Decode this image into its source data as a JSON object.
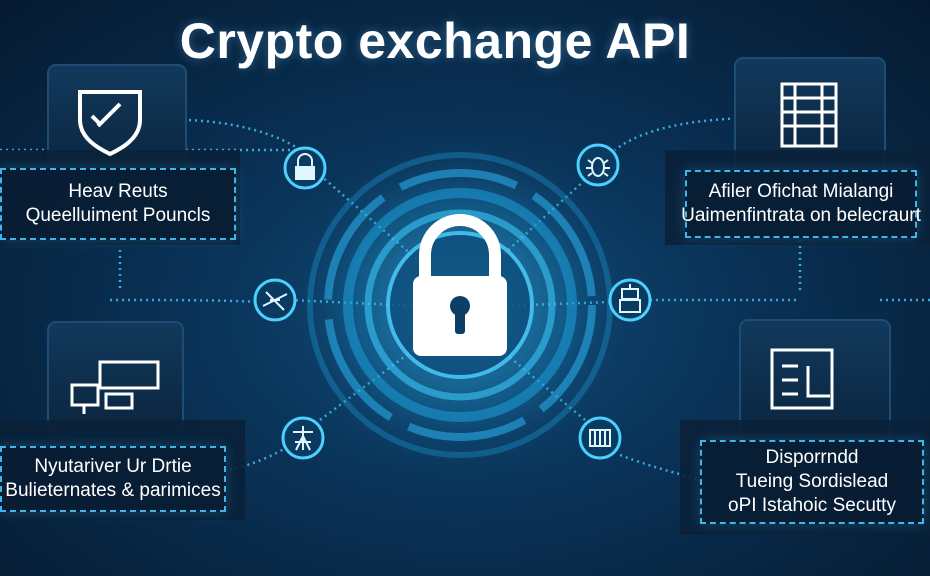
{
  "title": "Crypto exchange API",
  "center": {
    "icon": "padlock-icon"
  },
  "panels": [
    {
      "id": "top-left",
      "icon": "shield-check-icon",
      "heading": "Heav Reuts",
      "subheading": "Queelluiment Pouncls"
    },
    {
      "id": "top-right",
      "icon": "server-rack-icon",
      "heading": "Afiler Ofichat Mialangi",
      "subheading": "Uaimenfintrata on belecraurt"
    },
    {
      "id": "bottom-left",
      "icon": "computer-terminal-icon",
      "heading": "Nyutariver Ur Drtie",
      "subheading": "Bulieternates & parimices"
    },
    {
      "id": "bottom-right",
      "icon": "network-map-icon",
      "heading": "Disporrndd",
      "subheading": "Tueing Sordislead",
      "detail": "oPI Istahoic Secutty"
    }
  ],
  "nodes": [
    {
      "id": "node-top-left",
      "icon": "lock-icon"
    },
    {
      "id": "node-top-right",
      "icon": "bug-icon"
    },
    {
      "id": "node-mid-left",
      "icon": "satellite-icon"
    },
    {
      "id": "node-mid-right",
      "icon": "robot-icon"
    },
    {
      "id": "node-bottom-left",
      "icon": "tower-icon"
    },
    {
      "id": "node-bottom-right",
      "icon": "gate-icon"
    }
  ],
  "colors": {
    "background": "#0a3358",
    "accent": "#3fb6ea",
    "ring": "#1e9fd8",
    "text": "#ffffff"
  }
}
